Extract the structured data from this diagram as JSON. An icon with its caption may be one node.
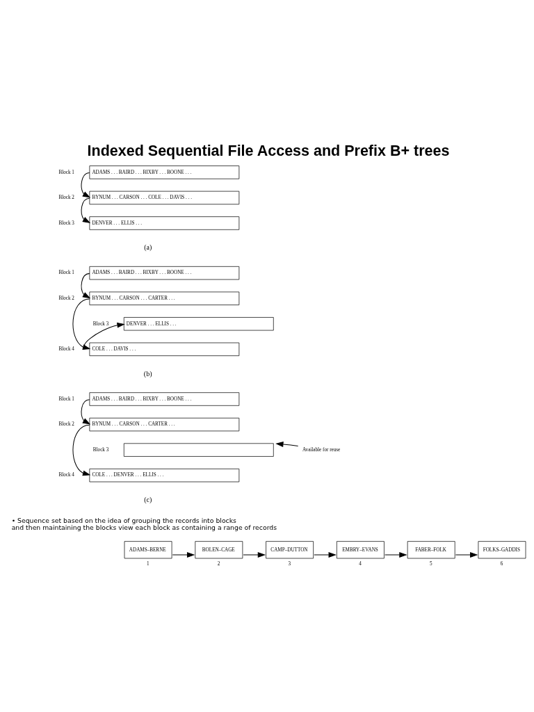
{
  "diagram": {
    "title": "Indexed Sequential File Access and Prefix B+ trees",
    "nodes": [
      {
        "text": [
          "ADAMS . . . BAIRD . . . BIXBY . . . BOONE . . ."
        ],
        "beside": [
          "Block 1"
        ]
      },
      {
        "text": [
          "BYNUM . . . CARSON . . . COLE . . . DAVIS . . ."
        ],
        "beside": [
          "Block 2"
        ]
      },
      {
        "text": [
          "DENVER . . . ELLIS . . ."
        ],
        "beside": [
          "Block 3"
        ]
      },
      {
        "text": [
          "ADAMS . . . BAIRD . . . BIXBY . . . BOONE . . ."
        ],
        "beside": [
          "Block 1"
        ]
      },
      {
        "text": [
          "BYNUM . . . CARSON . . . CARTER . . ."
        ],
        "beside": [
          "Block 2"
        ]
      },
      {
        "text": [
          "DENVER . . . ELLIS . . ."
        ],
        "beside": [
          "Block 3"
        ]
      },
      {
        "text": [
          "COLE . . . DAVIS . . ."
        ],
        "beside": [
          "Block 4"
        ]
      },
      {
        "text": [
          "ADAMS . . . BAIRD . . . BIXBY . . . BOONE . . ."
        ],
        "beside": [
          "Block 1"
        ]
      },
      {
        "text": [
          "BYNUM . . . CARSON . . . CARTER . . ."
        ],
        "beside": [
          "Block 2"
        ]
      },
      {
        "text": [],
        "shape": "box",
        "beside": [
          "Block 3"
        ]
      },
      {
        "text": [
          "Available for reuse"
        ]
      },
      {
        "text": [
          "COLE . . . DENVER . . . ELLIS . . ."
        ],
        "beside": [
          "Block 4"
        ]
      },
      {
        "text": [
          "ADAMS–BERNE"
        ],
        "beside": [
          "1"
        ]
      },
      {
        "text": [
          "BOLEN–CAGE"
        ],
        "beside": [
          "2"
        ]
      },
      {
        "text": [
          "CAMP–DUTTON"
        ],
        "beside": [
          "3"
        ]
      },
      {
        "text": [
          "EMBRY–EVANS"
        ],
        "beside": [
          "4"
        ]
      },
      {
        "text": [
          "FABER–FOLK"
        ],
        "beside": [
          "5"
        ]
      },
      {
        "text": [
          "FOLKS–GADDIS"
        ],
        "beside": [
          "6"
        ]
      }
    ],
    "edges": [
      {
        "from": 0,
        "to": 1,
        "arrow": "to"
      },
      {
        "from": 1,
        "to": 2,
        "arrow": "to"
      },
      {
        "from": 3,
        "to": 4,
        "arrow": "to"
      },
      {
        "from": 4,
        "to": 6,
        "arrow": "to"
      },
      {
        "from": 6,
        "to": 5,
        "arrow": "to"
      },
      {
        "from": 7,
        "to": 8,
        "arrow": "to"
      },
      {
        "from": 8,
        "to": 11,
        "arrow": "to"
      },
      {
        "from": 10,
        "to": 9,
        "arrow": "to"
      },
      {
        "from": 12,
        "to": 13,
        "arrow": "to"
      },
      {
        "from": 13,
        "to": 14,
        "arrow": "to"
      },
      {
        "from": 14,
        "to": 15,
        "arrow": "to"
      },
      {
        "from": 15,
        "to": 16,
        "arrow": "to"
      },
      {
        "from": 16,
        "to": 17,
        "arrow": "to"
      }
    ],
    "labels": [
      "(a)",
      "(b)",
      "(c)",
      "• Sequence set based on the idea of grouping the records into blocks and then maintaining the blocks view each block as containing a range of records"
    ]
  }
}
